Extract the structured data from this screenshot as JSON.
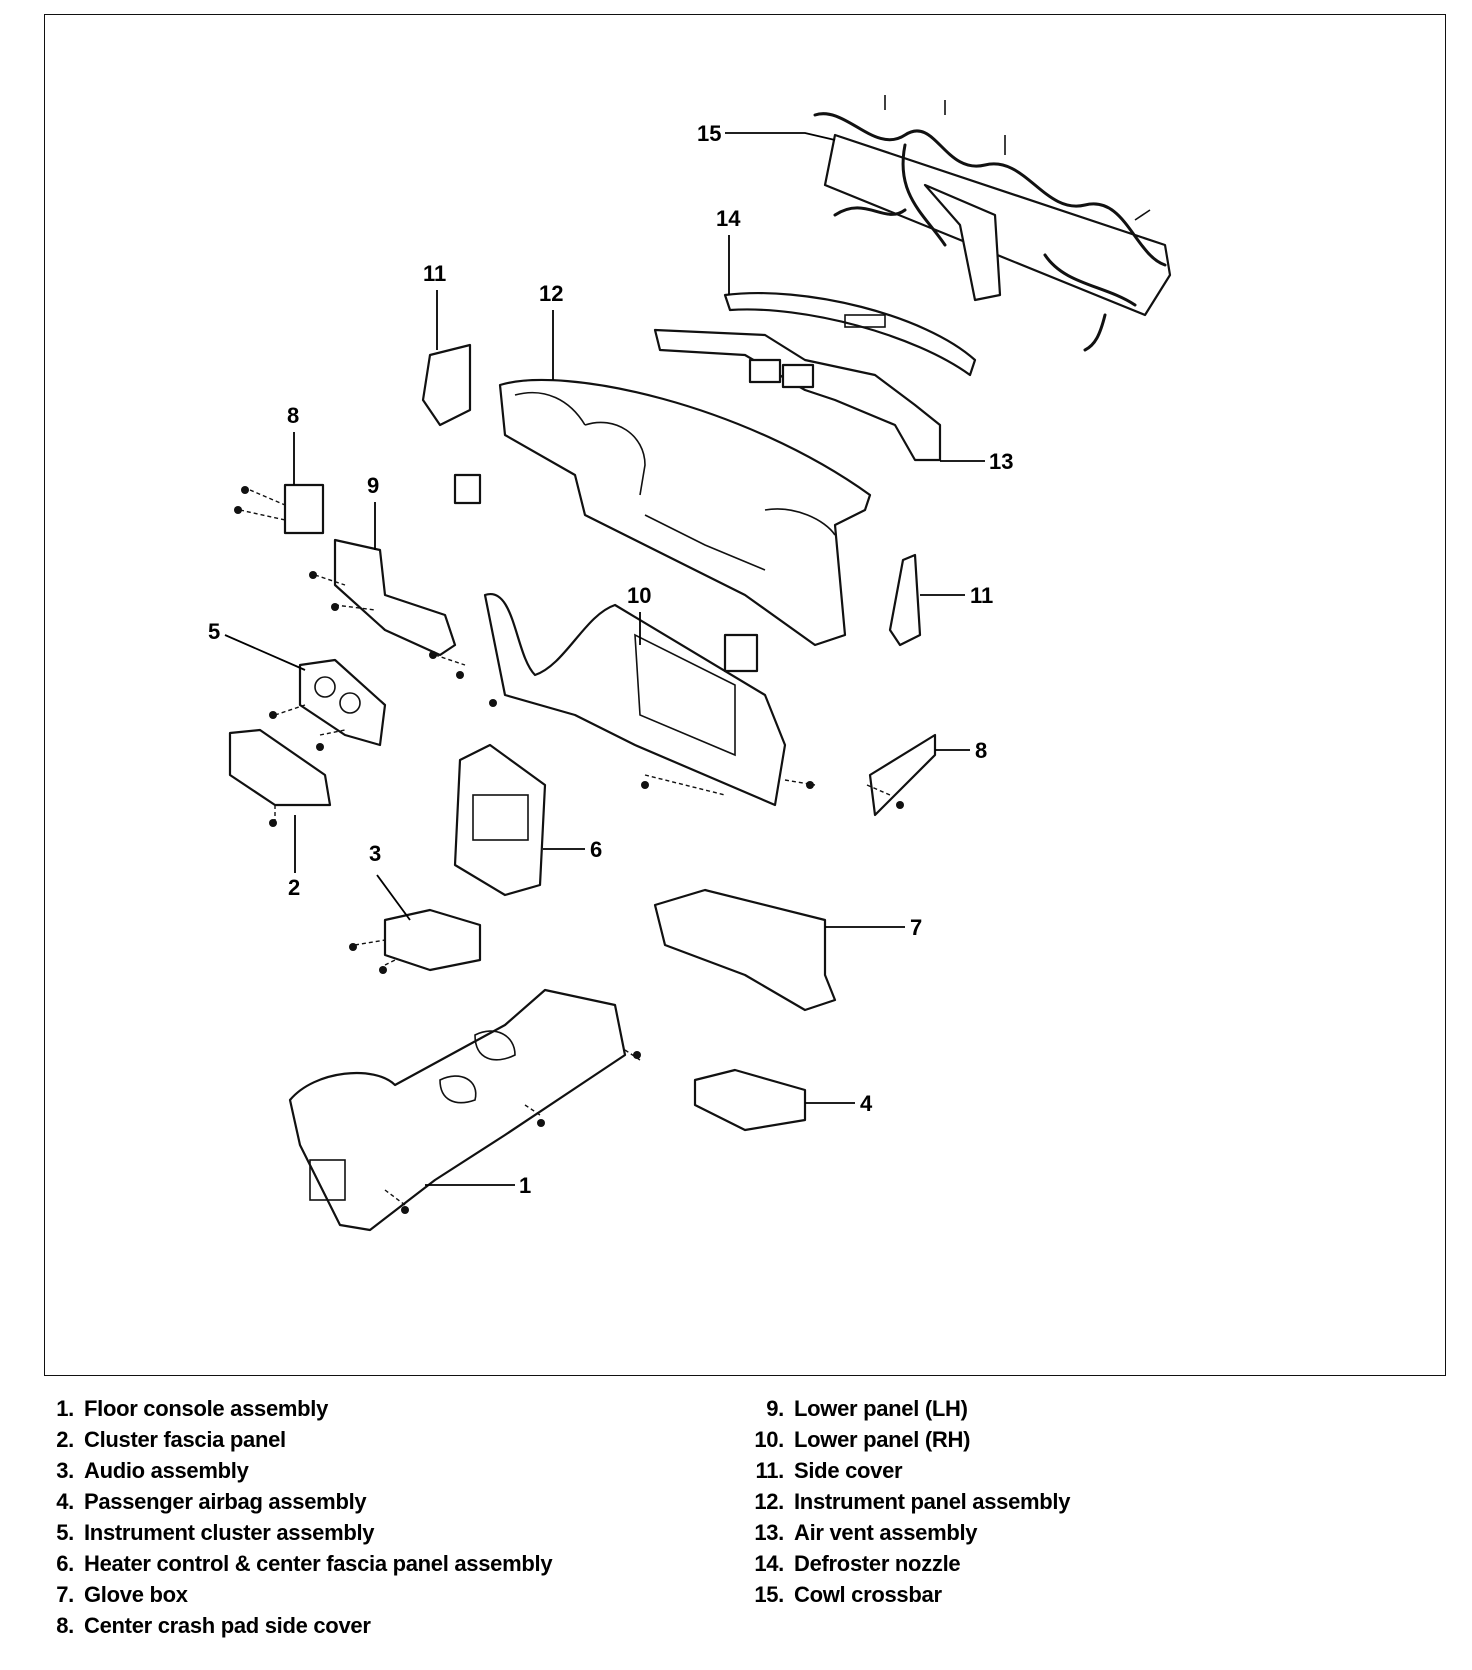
{
  "callouts": {
    "c1": "1",
    "c2": "2",
    "c3": "3",
    "c4": "4",
    "c5": "5",
    "c6": "6",
    "c7": "7",
    "c8a": "8",
    "c8b": "8",
    "c9": "9",
    "c10": "10",
    "c11a": "11",
    "c11b": "11",
    "c12": "12",
    "c13": "13",
    "c14": "14",
    "c15": "15"
  },
  "legend": {
    "left": [
      {
        "num": "1.",
        "label": "Floor console assembly"
      },
      {
        "num": "2.",
        "label": "Cluster fascia panel"
      },
      {
        "num": "3.",
        "label": "Audio assembly"
      },
      {
        "num": "4.",
        "label": "Passenger airbag assembly"
      },
      {
        "num": "5.",
        "label": "Instrument cluster assembly"
      },
      {
        "num": "6.",
        "label": "Heater control & center fascia panel assembly"
      },
      {
        "num": "7.",
        "label": "Glove box"
      },
      {
        "num": "8.",
        "label": "Center crash pad side cover"
      }
    ],
    "right": [
      {
        "num": "9.",
        "label": "Lower panel (LH)"
      },
      {
        "num": "10.",
        "label": "Lower panel (RH)"
      },
      {
        "num": "11.",
        "label": "Side cover"
      },
      {
        "num": "12.",
        "label": "Instrument panel assembly"
      },
      {
        "num": "13.",
        "label": "Air vent assembly"
      },
      {
        "num": "14.",
        "label": "Defroster nozzle"
      },
      {
        "num": "15.",
        "label": "Cowl crossbar"
      }
    ]
  }
}
